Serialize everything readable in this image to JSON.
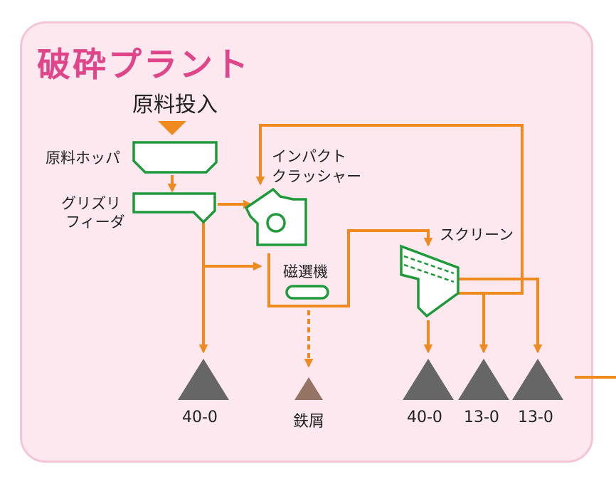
{
  "title": "破砕プラント",
  "input_label": "原料投入",
  "equipment": {
    "hopper": "原料ホッパ",
    "grizzly_line1": "グリズリ",
    "grizzly_line2": "フィーダ",
    "impact_line1": "インパクト",
    "impact_line2": "クラッシャー",
    "magnet": "磁選機",
    "screen": "スクリーン"
  },
  "products": {
    "grizzly_out": "40-0",
    "iron": "鉄屑",
    "screen_out_1": "40-0",
    "screen_out_2": "13-0",
    "screen_out_3": "13-0"
  },
  "colors": {
    "title": "#e0458a",
    "panel_bg": "#fde8f0",
    "panel_border": "#f5c4d6",
    "flow": "#ef8a1f",
    "equipment_stroke": "#1e9a3a",
    "pile": "#666666",
    "iron_pile": "#957464"
  }
}
